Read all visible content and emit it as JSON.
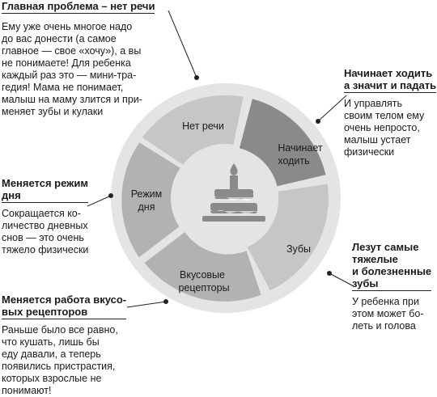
{
  "segments": [
    {
      "label": "Нет речи"
    },
    {
      "label": "Начинает ходить"
    },
    {
      "label": "Зубы"
    },
    {
      "label": "Вкусовые рецепторы"
    },
    {
      "label": "Режим дня"
    }
  ],
  "center_icon": "birthday-cake-icon",
  "colors": {
    "light_segment": "#c6c6c6",
    "mid_segment": "#b2b2b2",
    "dark_segment": "#8a8a8a",
    "outer_ring": "#e4e4e4",
    "cake": "#8a8a8a"
  },
  "callouts": {
    "no_speech": {
      "title": "Главная проблема – нет речи",
      "lines": [
        "Ему уже очень многое надо",
        "до вас донести (а самое",
        "главное — свое «хочу»), а вы",
        "не понимаете! Для ребенка",
        "каждый раз это — мини-тра-",
        "гедия! Мама не понимает,",
        "малыш на маму злится и при-",
        "меняет зубы и кулаки"
      ]
    },
    "walking": {
      "title_lines": [
        "Начинает ходить",
        "а значит и падать"
      ],
      "lines": [
        "И управлять",
        "своим телом ему",
        "очень непросто,",
        "малыш устает",
        "физически"
      ]
    },
    "routine": {
      "title_lines": [
        "Меняется режим",
        "дня"
      ],
      "lines": [
        "Сокращается ко-",
        "личество дневных",
        "снов — это очень",
        "тяжело физически"
      ]
    },
    "teeth": {
      "title_lines": [
        "Лезут самые",
        "тяжелые",
        "и болезненные",
        "зубы"
      ],
      "lines": [
        "У ребенка при",
        "этом может бо-",
        "леть и голова"
      ]
    },
    "taste": {
      "title_lines": [
        "Меняется работа вкусо-",
        "вых рецепторов"
      ],
      "lines": [
        "Раньше было все равно,",
        "что кушать, лишь бы",
        "еду давали, а теперь",
        "появились пристрастия,",
        "которых взрослые не",
        "понимают!"
      ]
    }
  }
}
